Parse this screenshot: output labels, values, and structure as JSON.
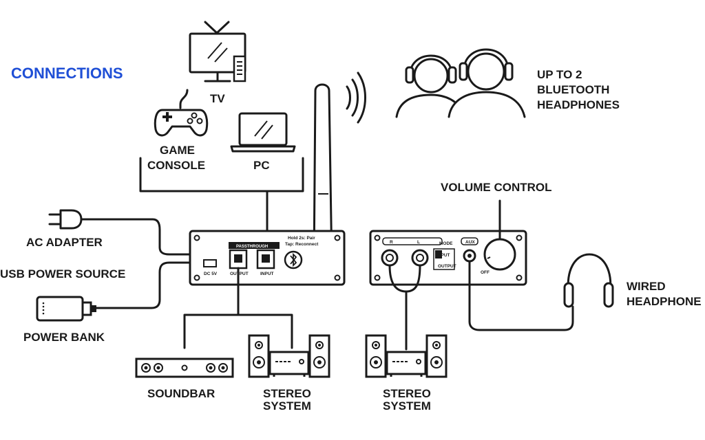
{
  "title": "CONNECTIONS",
  "title_color": "#1f4fd6",
  "ink_color": "#1a1a1a",
  "labels": {
    "tv": "TV",
    "game_console_1": "GAME",
    "game_console_2": "CONSOLE",
    "pc": "PC",
    "headphones_bt_1": "UP TO 2",
    "headphones_bt_2": "BLUETOOTH",
    "headphones_bt_3": "HEADPHONES",
    "volume_control": "VOLUME CONTROL",
    "ac_adapter": "AC ADAPTER",
    "usb_power": "USB POWER SOURCE",
    "power_bank": "POWER BANK",
    "wired_1": "WIRED",
    "wired_2": "HEADPHONE",
    "soundbar": "SOUNDBAR",
    "stereo1_1": "STEREO",
    "stereo1_2": "SYSTEM",
    "stereo2_1": "STEREO",
    "stereo2_2": "SYSTEM"
  },
  "transmitter": {
    "hold": "Hold 2s: Pair",
    "tap": "Tap: Reconnect",
    "passthrough": "PASSTHROUGH",
    "dc": "DC 5V",
    "output": "OUTPUT",
    "input": "INPUT"
  },
  "receiver": {
    "r": "R",
    "l": "L",
    "mode": "MODE",
    "aux": "AUX",
    "input": "INPUT",
    "output": "OUTPUT",
    "off": "OFF"
  }
}
